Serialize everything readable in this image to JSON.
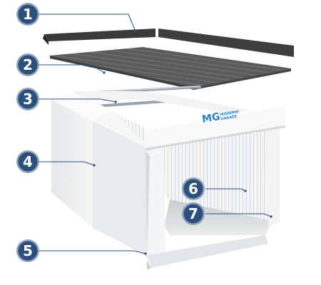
{
  "callouts": [
    {
      "id": 1,
      "label": "1",
      "part": "roof-frame"
    },
    {
      "id": 2,
      "label": "2",
      "part": "roof-sheet"
    },
    {
      "id": 3,
      "label": "3",
      "part": "roof-beam"
    },
    {
      "id": 4,
      "label": "4",
      "part": "side-wall"
    },
    {
      "id": 5,
      "label": "5",
      "part": "base"
    },
    {
      "id": 6,
      "label": "6",
      "part": "back-wall"
    },
    {
      "id": 7,
      "label": "7",
      "part": "floor"
    }
  ],
  "logo": {
    "mark": "MG",
    "line1": "MODERNÍ",
    "line2": "GARÁŽE"
  },
  "colors": {
    "callout_fill": "#2c4f7c",
    "callout_ring": "#8fa3bd",
    "leader_line": "#2c4f7c",
    "roof_frame": "#3d3d3d",
    "roof_sheet": "#5a5a5a",
    "wall": "#eef0f1",
    "wall_shade": "#d6dadd",
    "logo_blue": "#2a7fc4"
  }
}
